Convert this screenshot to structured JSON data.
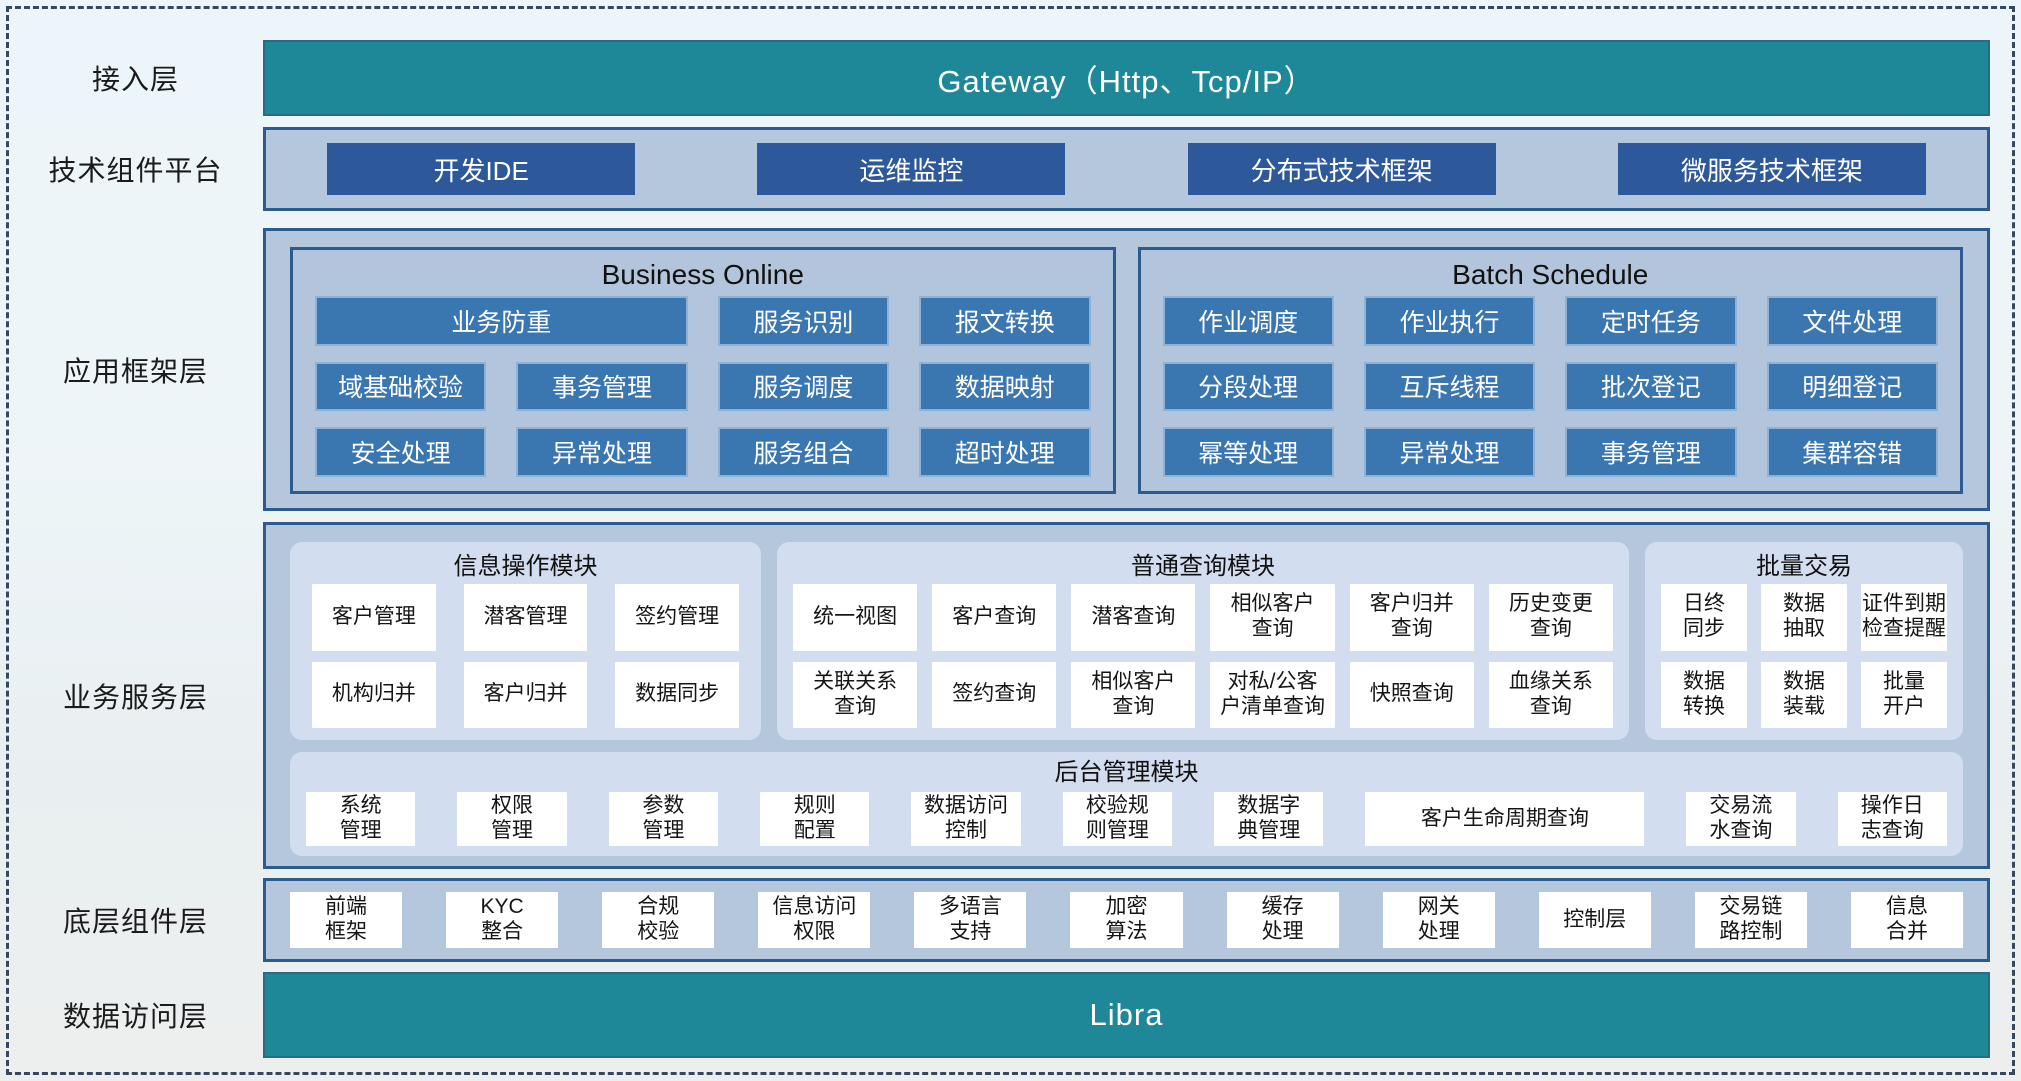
{
  "palette": {
    "teal": "#1e8798",
    "band_bg": "#b5c7dd",
    "band_border": "#2d5b90",
    "dark_blue_button": "#2d5899",
    "steel_blue_button": "#3a76b0",
    "light_panel": "#d3ddf0",
    "white_box": "#ffffff",
    "page_bg": "#edf4f8",
    "dashed_border": "#35485f"
  },
  "left_labels": [
    "接入层",
    "技术组件平台",
    "应用框架层",
    "业务服务层",
    "底层组件层",
    "数据访问层"
  ],
  "gateway": {
    "text": "Gateway（Http、Tcp/IP）"
  },
  "tech_platform": {
    "buttons": [
      "开发IDE",
      "运维监控",
      "分布式技术框架",
      "微服务技术框架"
    ]
  },
  "app_framework": {
    "business_online": {
      "title": "Business Online",
      "wide": "业务防重",
      "row1": [
        "服务识别",
        "报文转换"
      ],
      "row2": [
        "域基础校验",
        "事务管理",
        "服务调度",
        "数据映射"
      ],
      "row3": [
        "安全处理",
        "异常处理",
        "服务组合",
        "超时处理"
      ]
    },
    "batch_schedule": {
      "title": "Batch Schedule",
      "row1": [
        "作业调度",
        "作业执行",
        "定时任务",
        "文件处理"
      ],
      "row2": [
        "分段处理",
        "互斥线程",
        "批次登记",
        "明细登记"
      ],
      "row3": [
        "幂等处理",
        "异常处理",
        "事务管理",
        "集群容错"
      ]
    }
  },
  "business_service": {
    "info_ops": {
      "title": "信息操作模块",
      "row1": [
        "客户管理",
        "潜客管理",
        "签约管理"
      ],
      "row2": [
        "机构归并",
        "客户归并",
        "数据同步"
      ]
    },
    "common_query": {
      "title": "普通查询模块",
      "row1": [
        "统一视图",
        "客户查询",
        "潜客查询",
        "相似客户\n查询",
        "客户归并\n查询",
        "历史变更\n查询"
      ],
      "row2": [
        "关联关系\n查询",
        "签约查询",
        "相似客户\n查询",
        "对私/公客\n户清单查询",
        "快照查询",
        "血缘关系\n查询"
      ]
    },
    "batch_trade": {
      "title": "批量交易",
      "row1": [
        "日终\n同步",
        "数据\n抽取",
        "证件到期\n检查提醒"
      ],
      "row2": [
        "数据\n转换",
        "数据\n装载",
        "批量\n开户"
      ]
    },
    "admin": {
      "title": "后台管理模块",
      "buttons": [
        "系统\n管理",
        "权限\n管理",
        "参数\n管理",
        "规则\n配置",
        "数据访问\n控制",
        "校验规\n则管理",
        "数据字\n典管理",
        "客户生命周期查询",
        "交易流\n水查询",
        "操作日\n志查询"
      ]
    }
  },
  "base_components": {
    "buttons": [
      "前端\n框架",
      "KYC\n整合",
      "合规\n校验",
      "信息访问\n权限",
      "多语言\n支持",
      "加密\n算法",
      "缓存\n处理",
      "网关\n处理",
      "控制层",
      "交易链\n路控制",
      "信息\n合并"
    ]
  },
  "data_access": {
    "text": "Libra"
  }
}
